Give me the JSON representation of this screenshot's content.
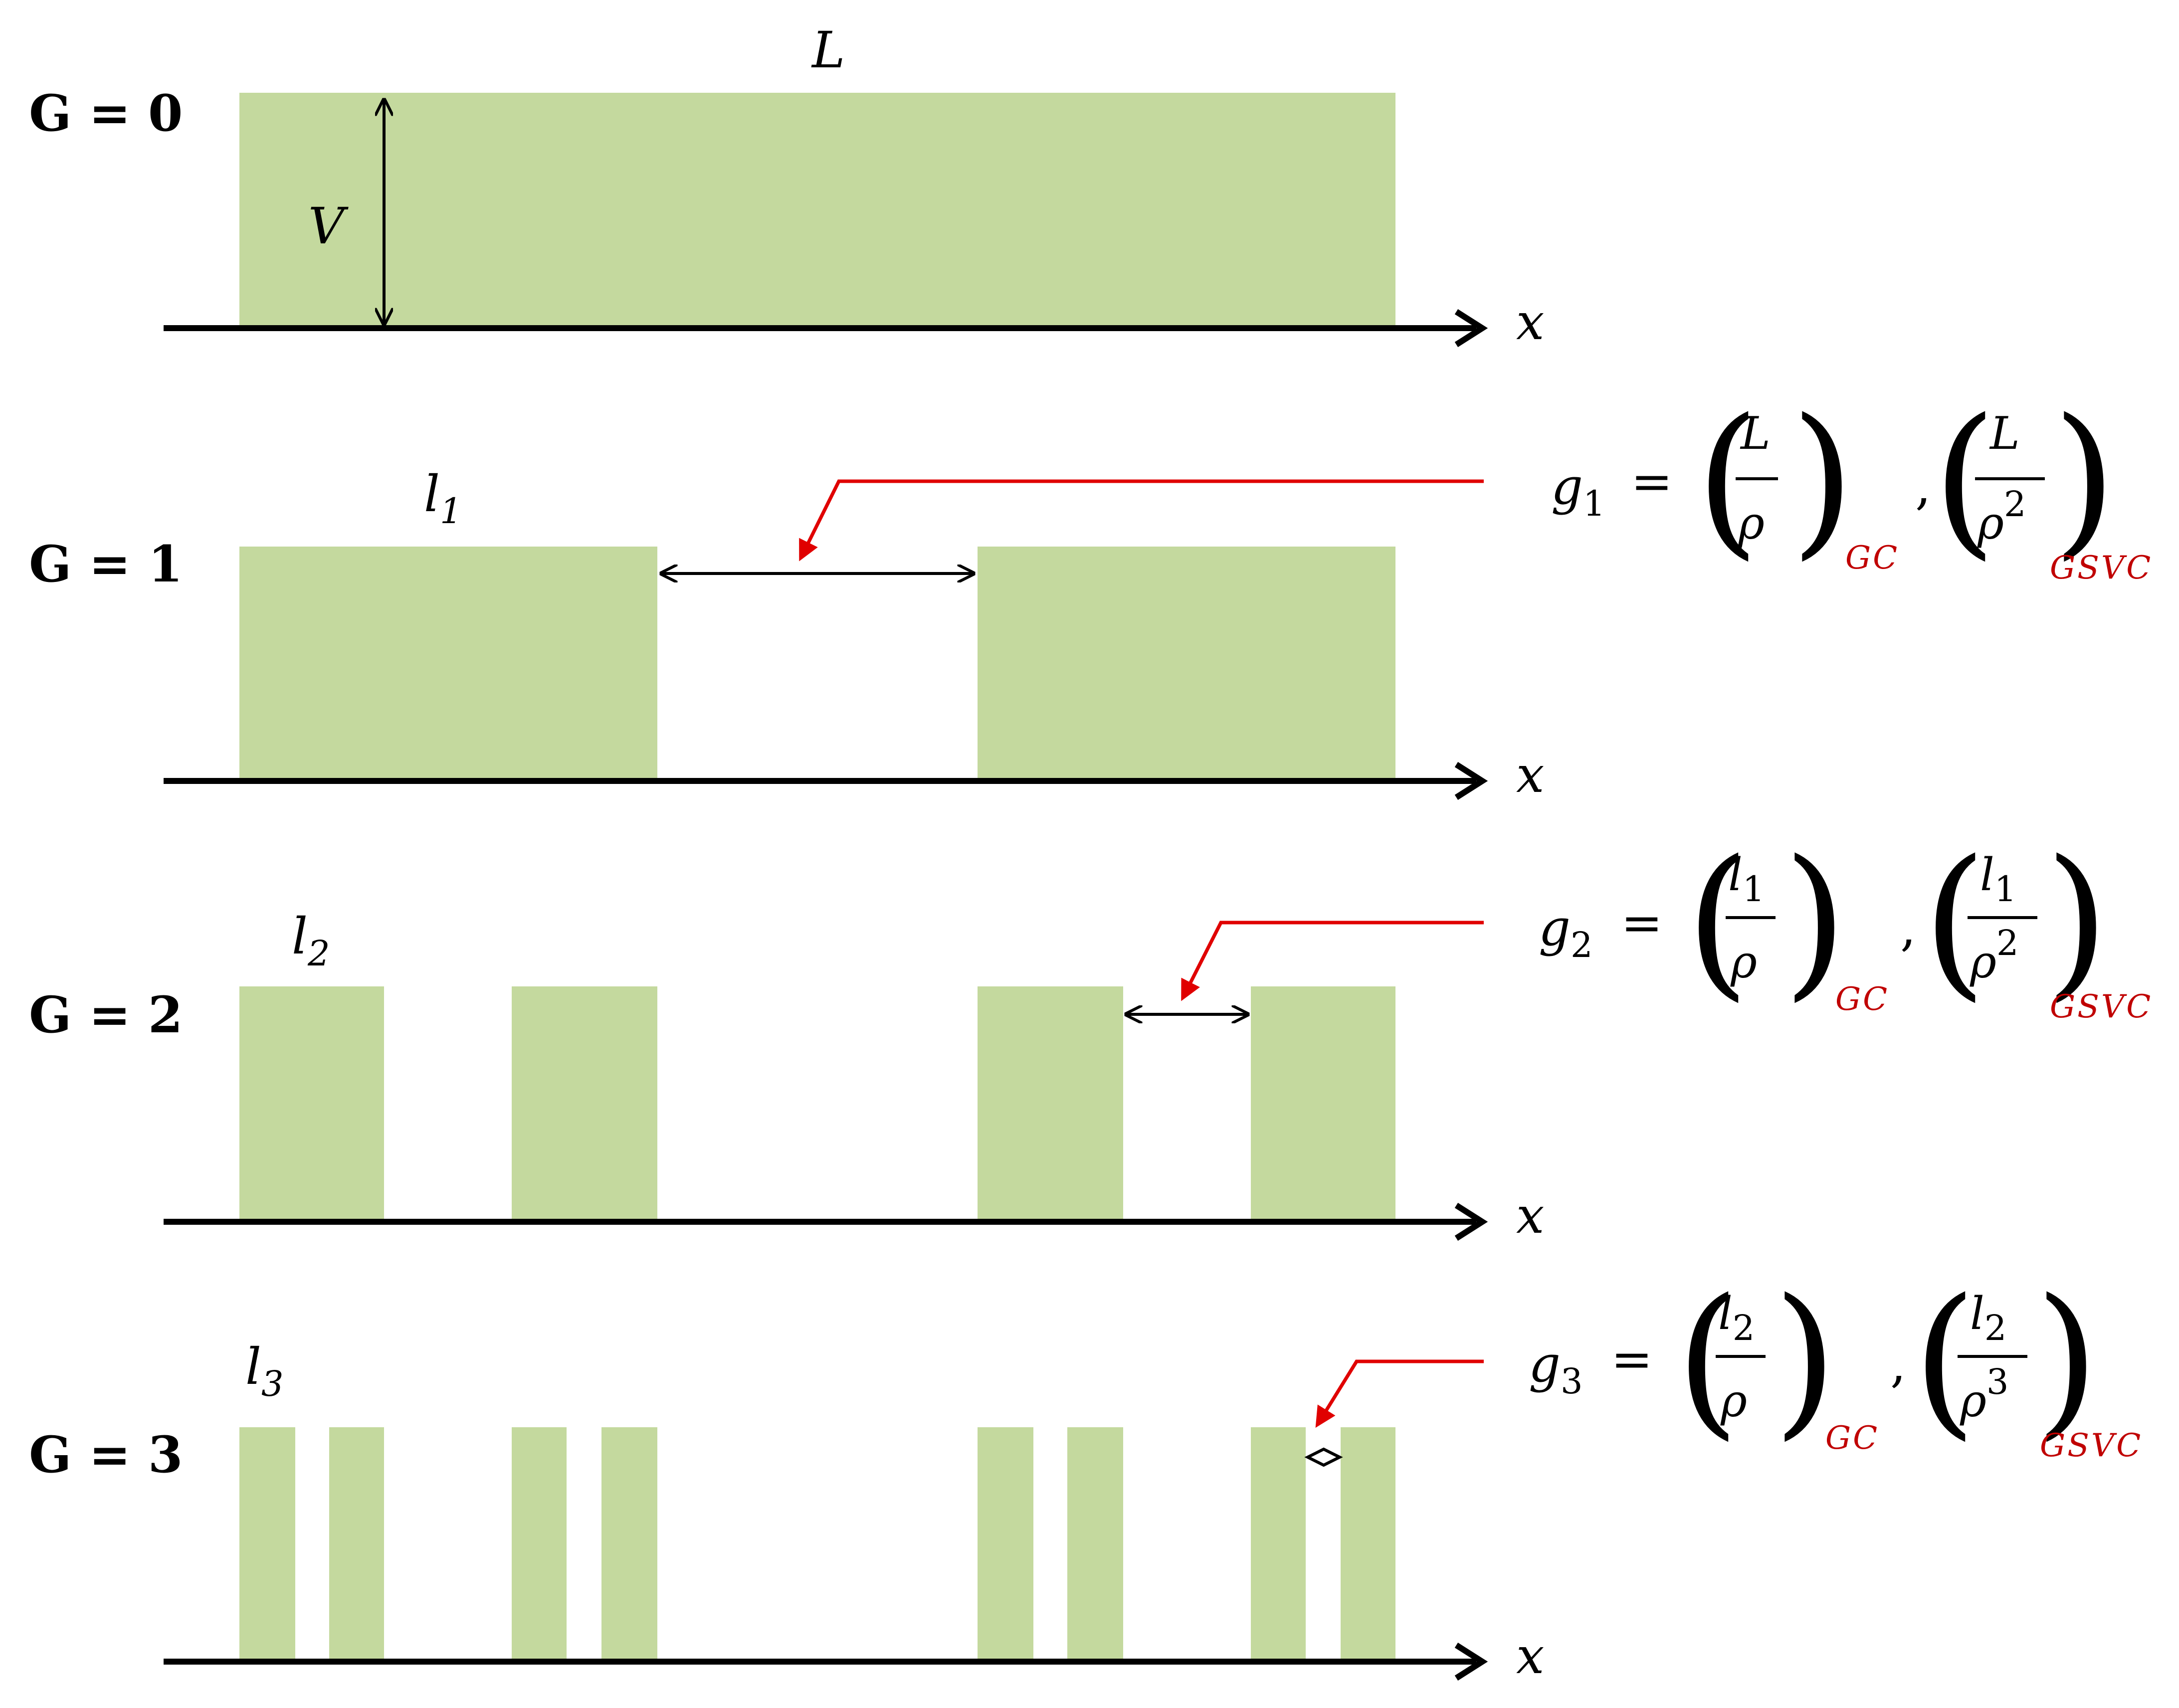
{
  "colors": {
    "bar_fill": "#c4d99e",
    "axis": "#000000",
    "callout": "#e00000",
    "subscript_red": "#c00000"
  },
  "generations": [
    {
      "label": "G = 0",
      "x_label": "x",
      "bar_label": "L",
      "bar_label_sub": "",
      "height_label": "V"
    },
    {
      "label": "G = 1",
      "x_label": "x",
      "bar_label": "l",
      "bar_label_sub": "1"
    },
    {
      "label": "G = 2",
      "x_label": "x",
      "bar_label": "l",
      "bar_label_sub": "2"
    },
    {
      "label": "G = 3",
      "x_label": "x",
      "bar_label": "l",
      "bar_label_sub": "3"
    }
  ],
  "formulas": [
    {
      "lhs": "g",
      "lhs_sub": "1",
      "eq": "=",
      "num": "L",
      "num_sub": "",
      "den": "ρ",
      "den_sup": "",
      "tag1": "GC",
      "comma": ",",
      "num2": "L",
      "num2_sub": "",
      "den2": "ρ",
      "den2_sup": "2",
      "tag2": "GSVC"
    },
    {
      "lhs": "g",
      "lhs_sub": "2",
      "eq": "=",
      "num": "l",
      "num_sub": "1",
      "den": "ρ",
      "den_sup": "",
      "tag1": "GC",
      "comma": ",",
      "num2": "l",
      "num2_sub": "1",
      "den2": "ρ",
      "den2_sup": "2",
      "tag2": "GSVC"
    },
    {
      "lhs": "g",
      "lhs_sub": "3",
      "eq": "=",
      "num": "l",
      "num_sub": "2",
      "den": "ρ",
      "den_sup": "",
      "tag1": "GC",
      "comma": ",",
      "num2": "l",
      "num2_sub": "2",
      "den2": "ρ",
      "den2_sup": "3",
      "tag2": "GSVC"
    }
  ]
}
